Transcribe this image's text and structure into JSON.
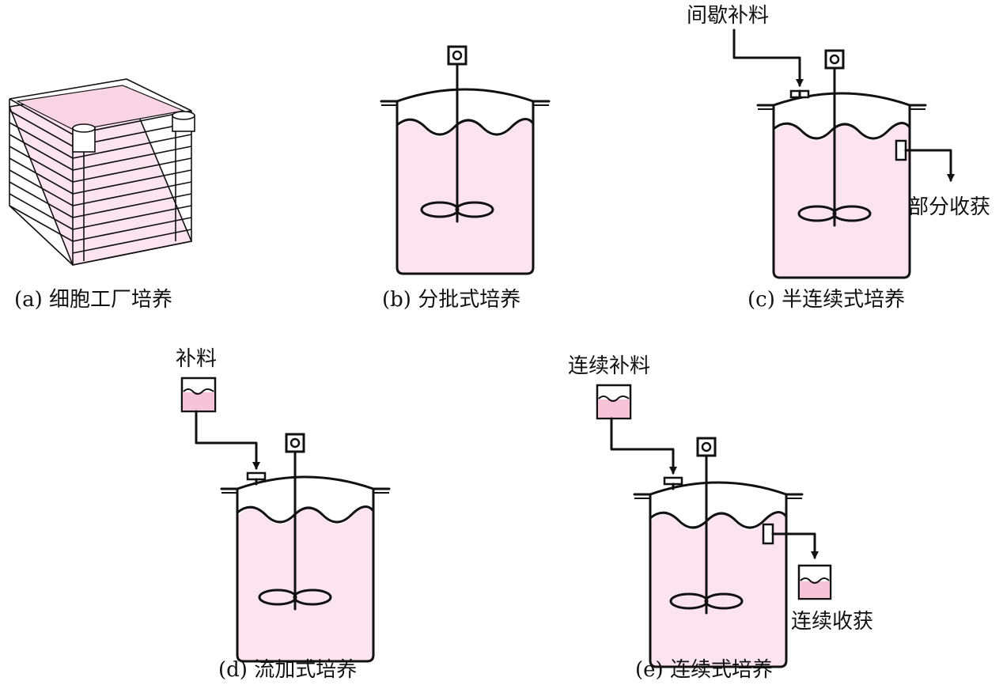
{
  "colors": {
    "medium": "#fce4ef",
    "medium_strong": "#f6c3d7",
    "line": "#111111"
  },
  "captions": {
    "a": "(a) 细胞工厂培养",
    "b": "(b) 分批式培养",
    "c": "(c) 半连续式培养",
    "d": "(d) 流加式培养",
    "e": "(e) 连续式培养"
  },
  "labels": {
    "c_feed": "间歇补料",
    "c_harvest": "部分收获",
    "d_feed": "补料",
    "e_feed": "连续补料",
    "e_harvest": "连续收获"
  }
}
